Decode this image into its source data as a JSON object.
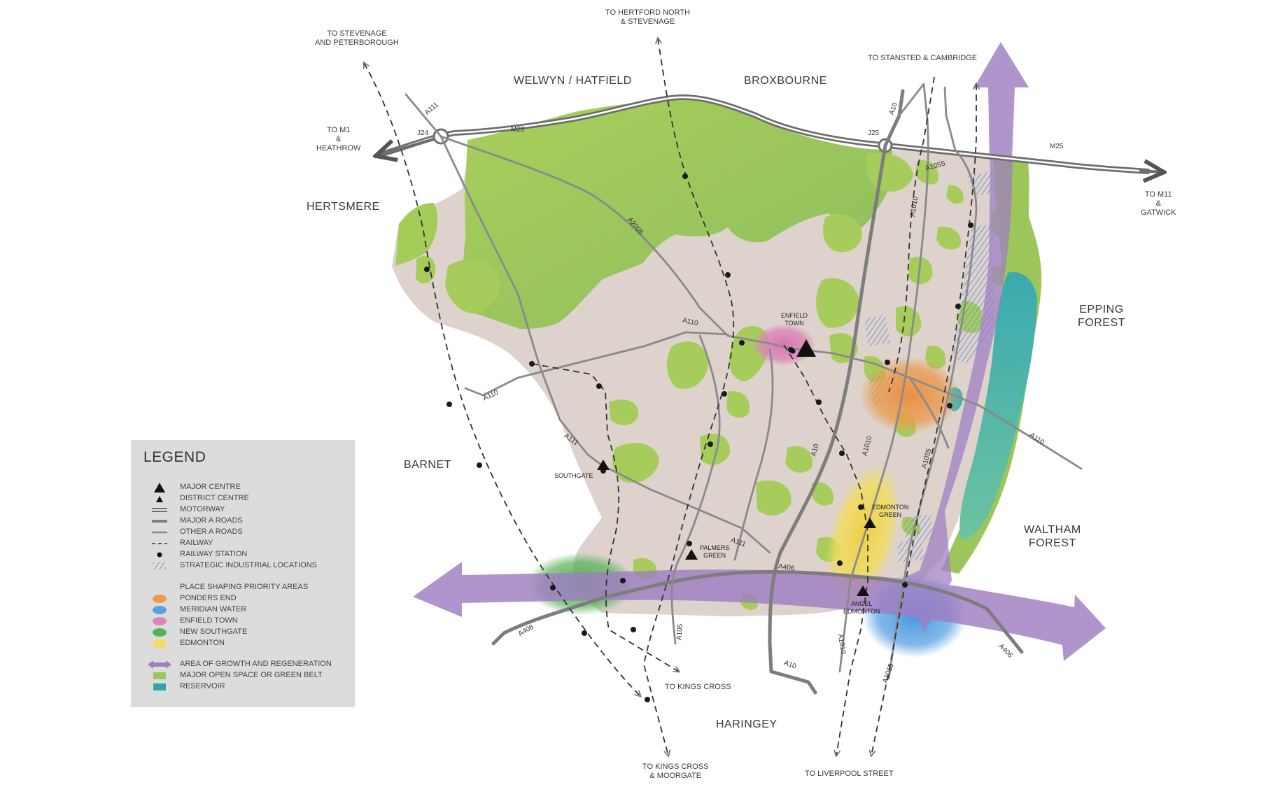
{
  "areas": {
    "welwyn": "WELWYN / HATFIELD",
    "broxbourne": "BROXBOURNE",
    "hertsmere": "HERTSMERE",
    "epping": "EPPING\nFOREST",
    "barnet": "BARNET",
    "waltham": "WALTHAM\nFOREST",
    "haringey": "HARINGEY"
  },
  "destinations": {
    "stevenage_peterborough": "TO STEVENAGE\nAND PETERBOROUGH",
    "hertford_north": "TO HERTFORD NORTH\n& STEVENAGE",
    "stansted": "TO STANSTED & CAMBRIDGE",
    "m1_heathrow": "TO M1\n&\nHEATHROW",
    "m11_gatwick": "TO M11\n&\nGATWICK",
    "kings_cross": "TO KINGS CROSS",
    "kings_cross_moorgate": "TO KINGS CROSS\n& MOORGATE",
    "liverpool_street": "TO LIVERPOOL STREET"
  },
  "towns": {
    "enfield": "ENFIELD\nTOWN",
    "southgate": "SOUTHGATE",
    "palmers": "PALMERS\nGREEN",
    "edmonton_green": "EDMONTON\nGREEN",
    "angel": "ANGEL\nEDMONTON"
  },
  "roads": {
    "a111_top": "A111",
    "j24": "J24",
    "m25_left": "M25",
    "j25": "J25",
    "a10_top": "A10",
    "m25_right": "M25",
    "a1055_top": "A1055",
    "a2005": "A2005",
    "a1010_top": "A1010",
    "a110_mid": "A110",
    "a110_left": "A110",
    "a111_mid": "A111",
    "a10_mid": "A10",
    "a1010_mid": "A1010",
    "a1055_mid": "A1055",
    "a110_right": "A110",
    "a111_low": "A111",
    "a105": "A105",
    "a406_mid": "A406",
    "a406_left": "A406",
    "a1010_low": "A1010",
    "a10_low": "A10",
    "a1055_low": "A1055",
    "a406_right": "A406"
  },
  "legend": {
    "title": "LEGEND",
    "items": [
      {
        "label": "MAJOR CENTRE",
        "icon": "major-centre-triangle-icon"
      },
      {
        "label": "DISTRICT CENTRE",
        "icon": "district-centre-triangle-icon"
      },
      {
        "label": "MOTORWAY",
        "icon": "motorway-line-icon"
      },
      {
        "label": "MAJOR A ROADS",
        "icon": "major-road-line-icon"
      },
      {
        "label": "OTHER A ROADS",
        "icon": "other-road-line-icon"
      },
      {
        "label": "RAILWAY",
        "icon": "railway-dashed-line-icon"
      },
      {
        "label": "RAILWAY STATION",
        "icon": "station-dot-icon"
      },
      {
        "label": "STRATEGIC INDUSTRIAL LOCATIONS",
        "icon": "industrial-hatch-icon"
      },
      {
        "label": "PLACE SHAPING PRIORITY AREAS",
        "icon": ""
      },
      {
        "label": "PONDERS END",
        "icon": "ponders-end-swatch",
        "color": "#ec9a4c"
      },
      {
        "label": "MERIDIAN WATER",
        "icon": "meridian-water-swatch",
        "color": "#5a9fe0"
      },
      {
        "label": "ENFIELD TOWN",
        "icon": "enfield-town-swatch",
        "color": "#dc85b8"
      },
      {
        "label": "NEW SOUTHGATE",
        "icon": "new-southgate-swatch",
        "color": "#55b157"
      },
      {
        "label": "EDMONTON",
        "icon": "edmonton-swatch",
        "color": "#f2dd5c"
      },
      {
        "label": "AREA OF GROWTH AND REGENERATION",
        "icon": "growth-double-arrow-icon",
        "color": "#9f7ec2"
      },
      {
        "label": "MAJOR OPEN SPACE OR GREEN BELT",
        "icon": "green-belt-swatch",
        "color": "#9cc65a"
      },
      {
        "label": "RESERVOIR",
        "icon": "reservoir-swatch",
        "color": "#2fa6a6"
      }
    ]
  },
  "colors": {
    "borough": "#ddd3cc",
    "green_belt": "#9cc65a",
    "reservoir": "#2fa6a6",
    "growth_arrow": "#9f7ec2",
    "road": "#7d7d7d"
  }
}
